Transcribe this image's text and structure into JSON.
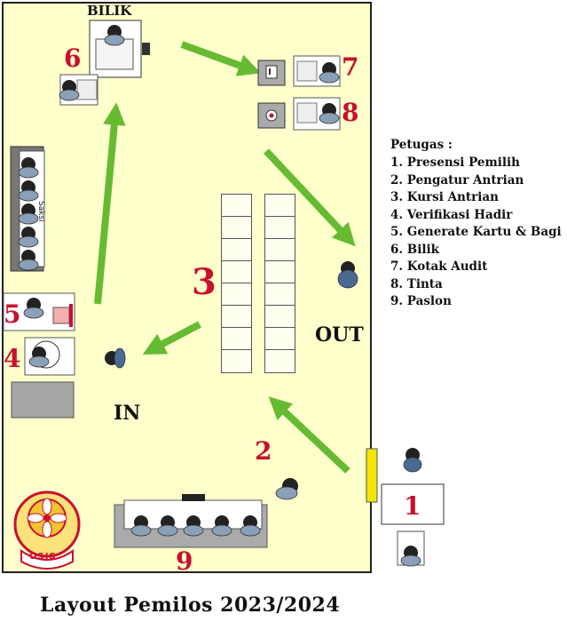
{
  "labels": {
    "bilik": "BILIK",
    "saksi": "Saksi",
    "in": "IN",
    "out": "OUT",
    "osis": "OSIS"
  },
  "station_numbers": {
    "s1": "1",
    "s2": "2",
    "s3": "3",
    "s4": "4",
    "s5": "5",
    "s6": "6",
    "s7": "7",
    "s8": "8",
    "s9": "9"
  },
  "legend": {
    "title": "Petugas :",
    "items": [
      "1. Presensi Pemilih",
      "2. Pengatur Antrian",
      "3. Kursi Antrian",
      "4. Verifikasi Hadir",
      "5. Generate Kartu & Bagi",
      "6. Bilik",
      "7. Kotak Audit",
      "8. Tinta",
      "9. Paslon"
    ]
  },
  "footer": {
    "title": "Layout Pemilos 2023/2024"
  },
  "colors": {
    "floor": "#ffffcc",
    "arrow": "#66bb33",
    "number": "#c8102e",
    "door": "#f2e600"
  }
}
